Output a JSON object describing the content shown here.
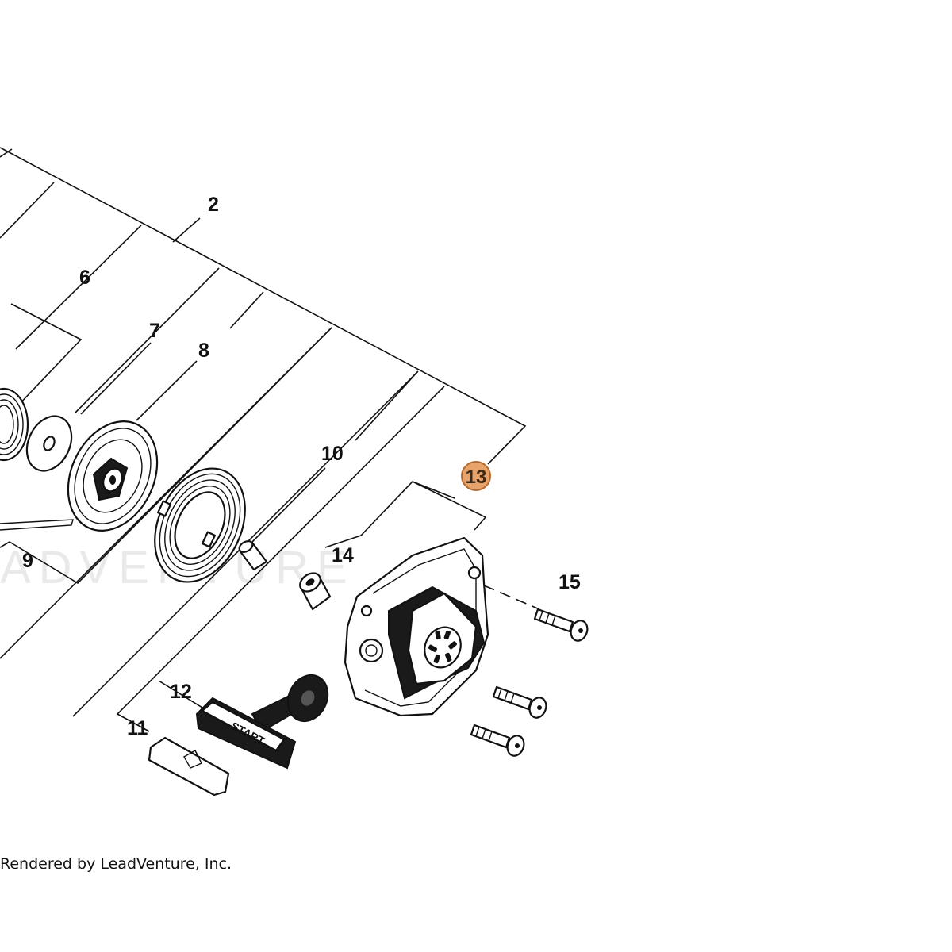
{
  "callouts": [
    "2",
    "6",
    "7",
    "8",
    "9",
    "10",
    "11",
    "12",
    "13",
    "14",
    "15"
  ],
  "highlight": {
    "label": "13",
    "fill": "#E8A36A",
    "stroke": "#B46A2E",
    "text_color": "#3a2a1a"
  },
  "watermark": "ADVENTURE",
  "handle_text": "START",
  "credit": "Rendered by LeadVenture, Inc."
}
